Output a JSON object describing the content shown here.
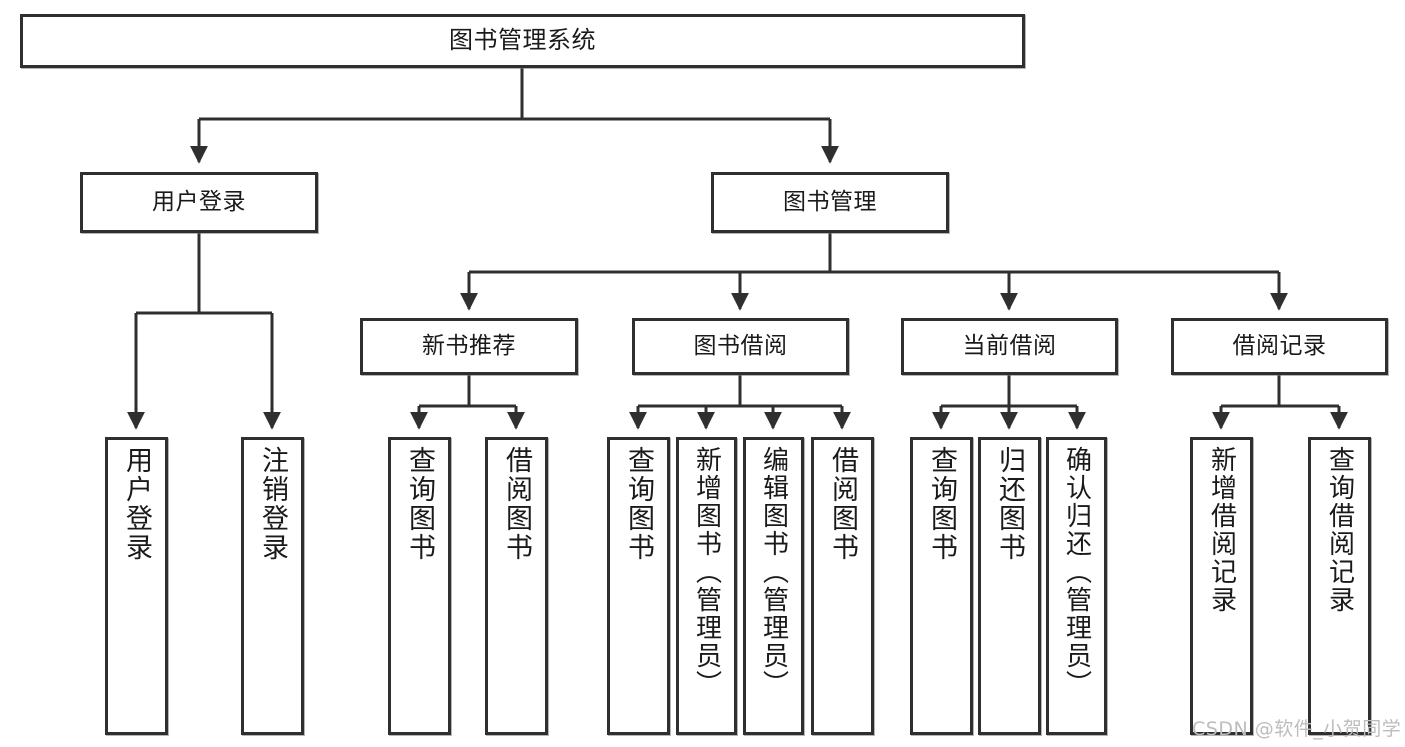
{
  "diagram": {
    "title": "图书管理系统",
    "type": "tree-hierarchy-diagram",
    "colors": {
      "box_border": "#2f2f2f",
      "box_fill": "#ffffff",
      "connector": "#2f2f2f",
      "watermark": "#bdbdbd",
      "background": "#ffffff"
    },
    "root": {
      "label": "图书管理系统"
    },
    "level2": [
      {
        "label": "用户登录"
      },
      {
        "label": "图书管理"
      }
    ],
    "level3": [
      {
        "label": "新书推荐"
      },
      {
        "label": "图书借阅"
      },
      {
        "label": "当前借阅"
      },
      {
        "label": "借阅记录"
      }
    ],
    "leaves": {
      "user_login": [
        {
          "label": "用户登录"
        },
        {
          "label": "注销登录"
        }
      ],
      "new_book_recommend": [
        {
          "label": "查询图书"
        },
        {
          "label": "借阅图书"
        }
      ],
      "book_borrow": [
        {
          "label": "查询图书"
        },
        {
          "label": "新增图书（管理员）"
        },
        {
          "label": "编辑图书（管理员）"
        },
        {
          "label": "借阅图书"
        }
      ],
      "current_borrow": [
        {
          "label": "查询图书"
        },
        {
          "label": "归还图书"
        },
        {
          "label": "确认归还（管理员）"
        }
      ],
      "borrow_record": [
        {
          "label": "新增借阅记录"
        },
        {
          "label": "查询借阅记录"
        }
      ]
    },
    "watermark": "CSDN @软件_小贺同学"
  }
}
